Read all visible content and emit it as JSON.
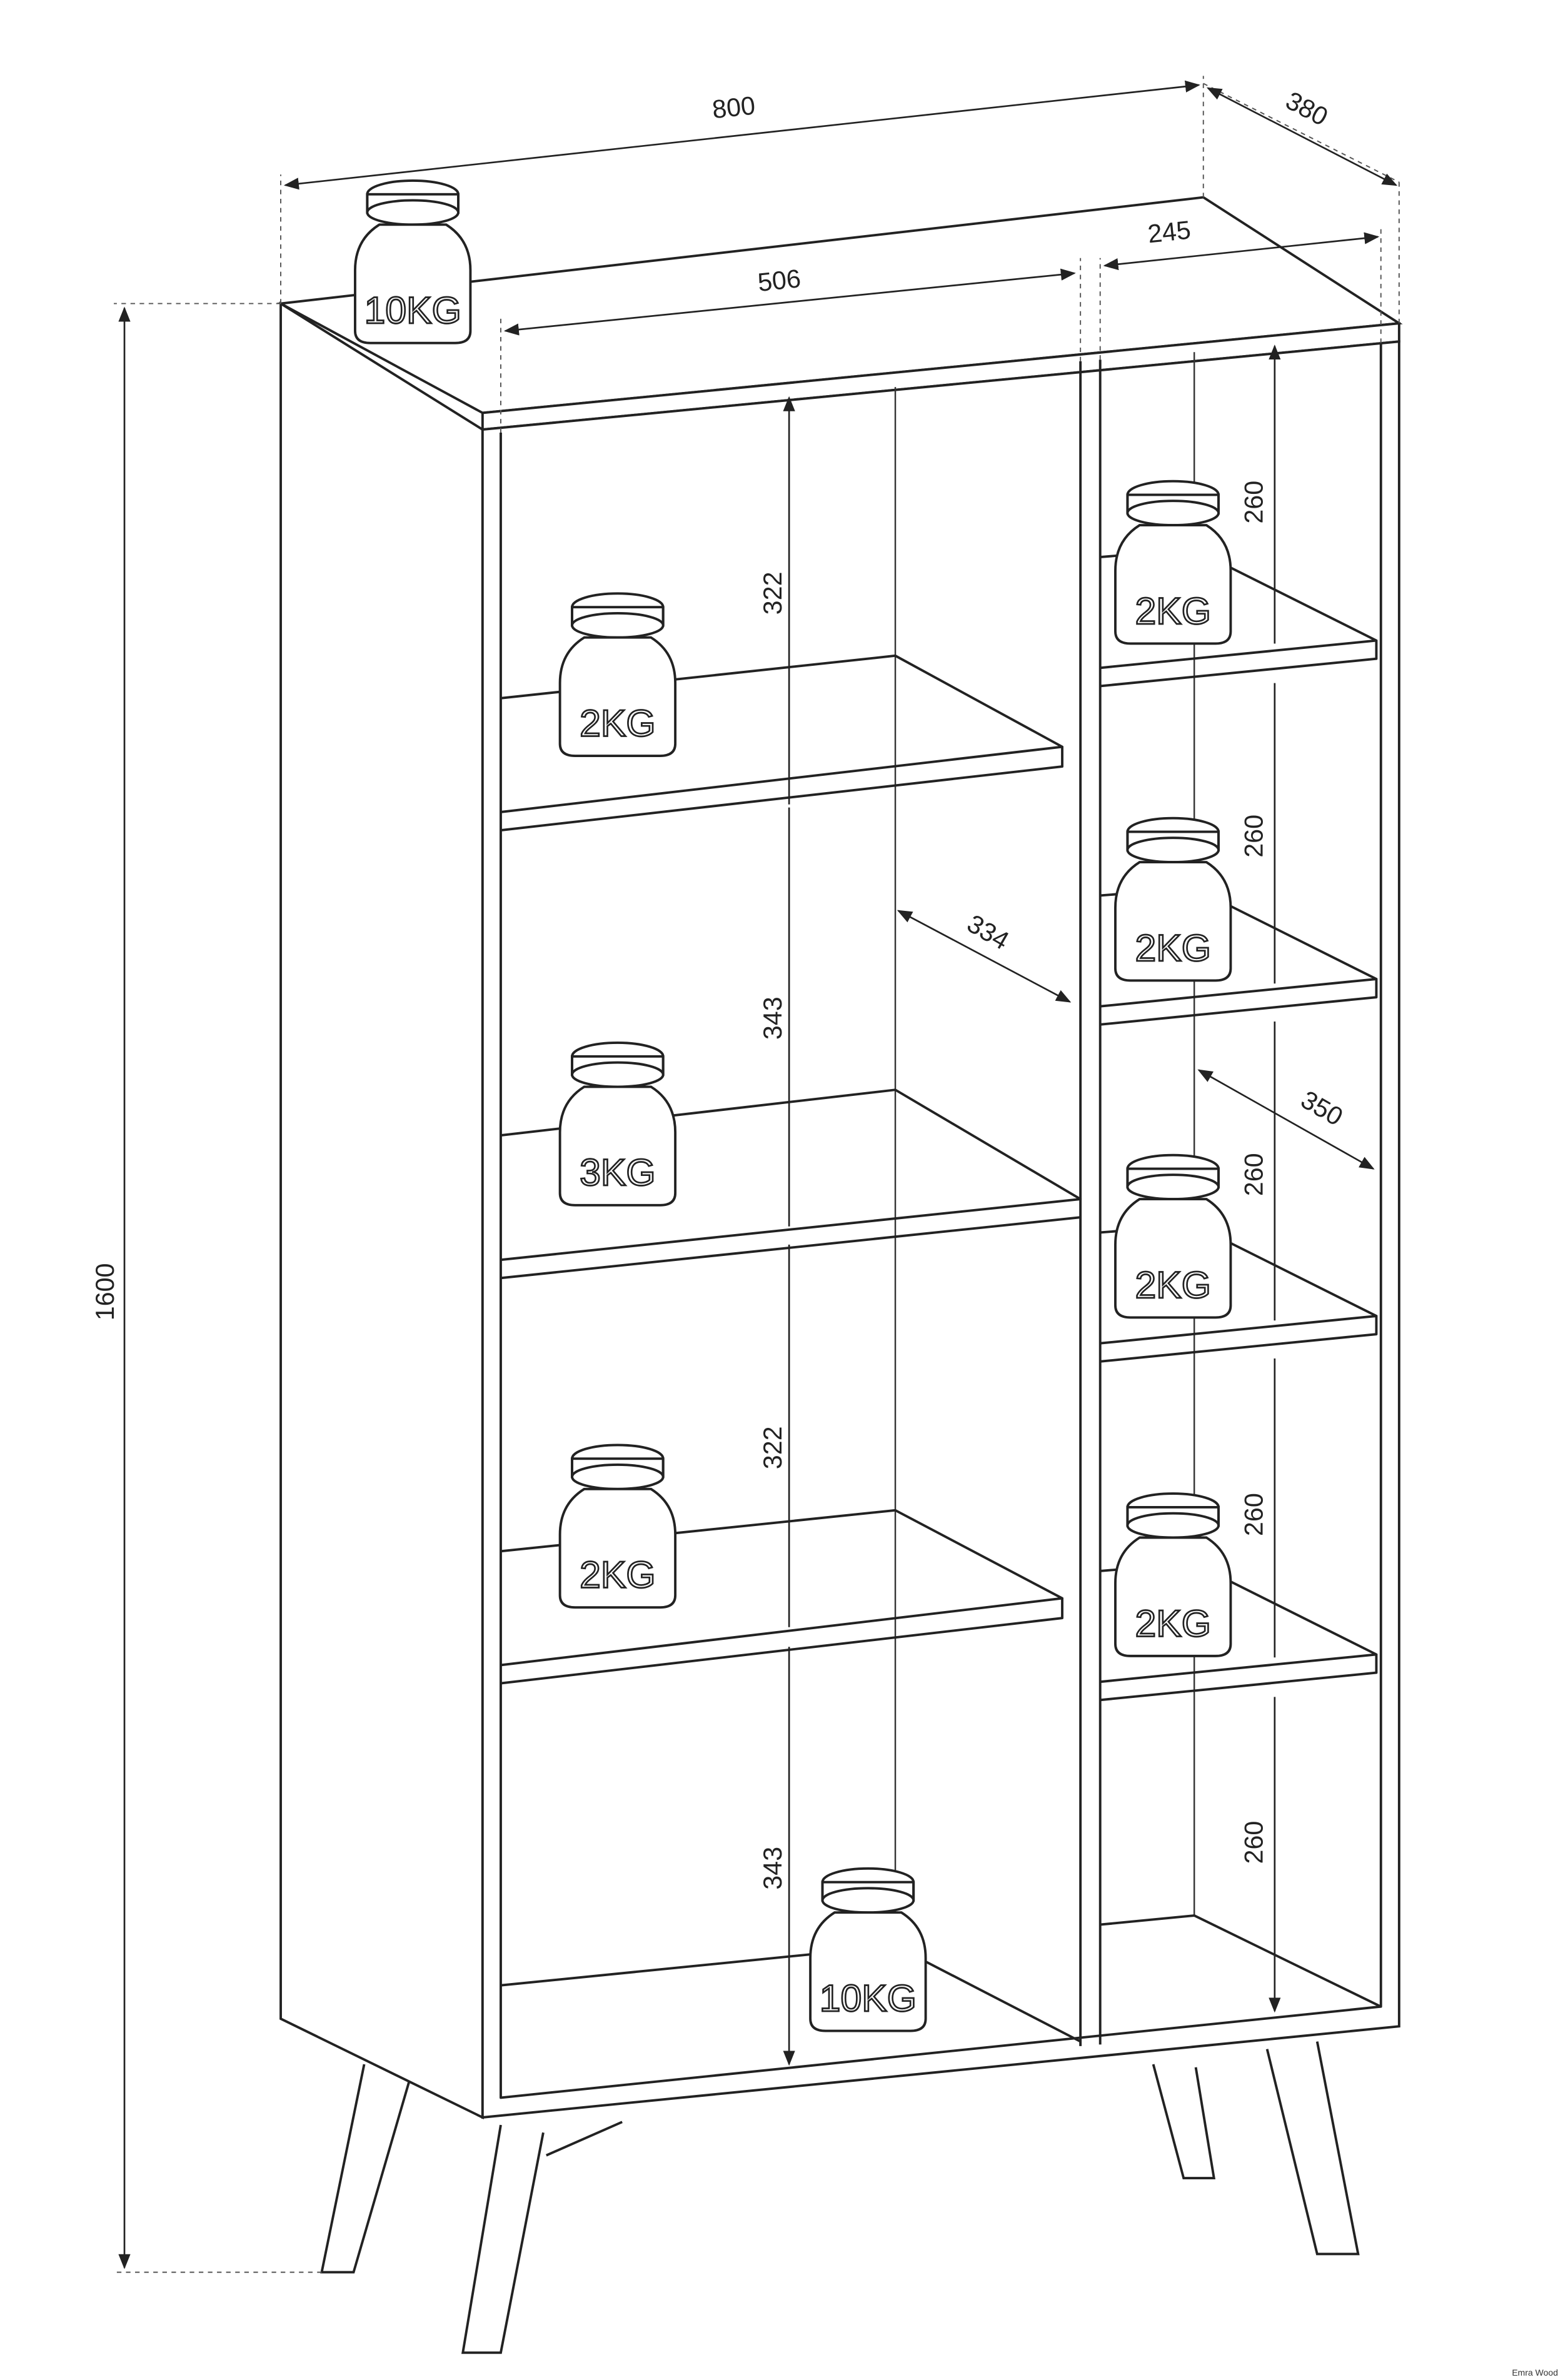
{
  "dimensions": {
    "width": "800",
    "depth": "380",
    "height": "1600",
    "left_section_width": "506",
    "right_section_width": "245",
    "left_shelf_heights": [
      "322",
      "343",
      "322",
      "343"
    ],
    "left_shelf_depth": "334",
    "right_shelf_depth": "350",
    "right_shelf_heights": [
      "260",
      "260",
      "260",
      "260",
      "260"
    ]
  },
  "weights": {
    "top": "10KG",
    "left_shelves": [
      "2KG",
      "3KG",
      "2KG"
    ],
    "bottom": "10KG",
    "right_shelves": [
      "2KG",
      "2KG",
      "2KG",
      "2KG"
    ]
  },
  "credit": "Emra Wood"
}
